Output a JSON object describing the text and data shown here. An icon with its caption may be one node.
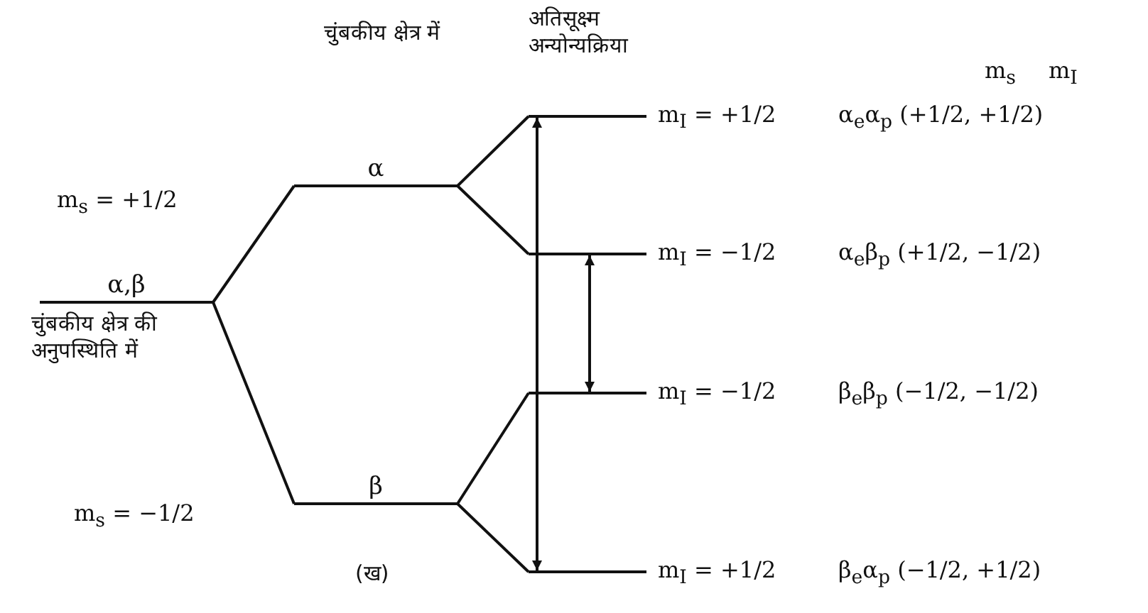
{
  "diagram": {
    "nodes": [
      {
        "text": [
          "α,β"
        ],
        "beside": [
          "चुंबकीय क्षेत्र की अनुपस्थिति में"
        ]
      },
      {
        "text": [
          "α"
        ]
      },
      {
        "text": [
          "β"
        ]
      },
      {
        "text": [],
        "shape": "bar",
        "beside": [
          "m$_{I}$ = +1/2",
          "α$_{e}$α$_{p}$ (+1/2, +1/2)"
        ]
      },
      {
        "text": [],
        "shape": "bar",
        "beside": [
          "m$_{I}$ = −1/2",
          "α$_{e}$β$_{p}$ (+1/2, −1/2)"
        ]
      },
      {
        "text": [],
        "shape": "bar",
        "beside": [
          "m$_{I}$ = −1/2",
          "β$_{e}$β$_{p}$ (−1/2, −1/2)"
        ]
      },
      {
        "text": [],
        "shape": "bar",
        "beside": [
          "m$_{I}$ = +1/2",
          "β$_{e}$α$_{p}$ (−1/2, +1/2)"
        ]
      }
    ],
    "edges": [
      {
        "from": 0,
        "to": 1,
        "arrow": "none"
      },
      {
        "from": 0,
        "to": 2,
        "arrow": "none"
      },
      {
        "from": 1,
        "to": 3,
        "arrow": "none"
      },
      {
        "from": 1,
        "to": 4,
        "arrow": "none"
      },
      {
        "from": 2,
        "to": 5,
        "arrow": "none"
      },
      {
        "from": 2,
        "to": 6,
        "arrow": "none"
      },
      {
        "from": 3,
        "to": 6,
        "arrow": "both"
      },
      {
        "from": 4,
        "to": 5,
        "arrow": "both"
      }
    ],
    "labels": [
      "चुंबकीय क्षेत्र में",
      "अतिसूक्ष्म अन्योन्यक्रिया",
      "m$_{s}$",
      "m$_{I}$",
      "m$_{s}$ = +1/2",
      "m$_{s}$ = −1/2",
      "(ख)"
    ]
  }
}
